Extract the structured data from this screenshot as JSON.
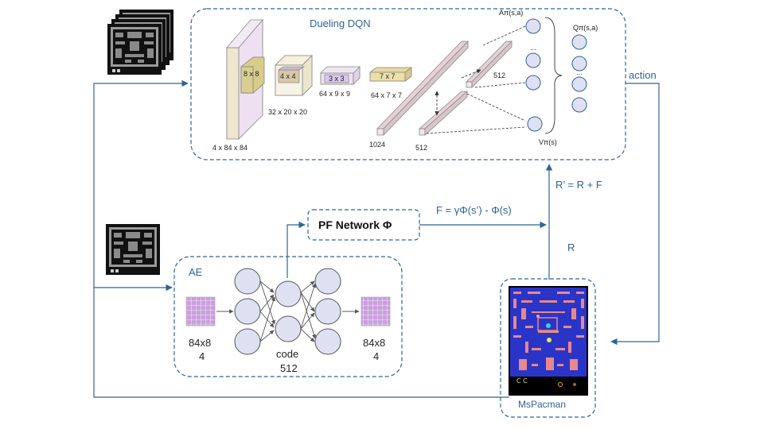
{
  "dqn": {
    "title": "Dueling DQN",
    "conv_filters": [
      "8 x 8",
      "4 x 4",
      "3 x 3",
      "7 x 7"
    ],
    "layer_sizes": [
      "4 x 84 x 84",
      "32 x 20 x 20",
      "64 x 9 x 9",
      "64 x 7 x 7"
    ],
    "fc_1024": "1024",
    "fc_512_advantage": "512",
    "fc_512_value": "512",
    "advantage_label": "Aπ(s,a)",
    "value_label": "Vπ(s)",
    "q_label": "Qπ(s,a)",
    "ellipsis": "..."
  },
  "edges": {
    "action": "action",
    "reward_shaped": "R’ = R + F",
    "reward": "R",
    "shaping_formula": "F = γΦ(s’) - Φ(s)"
  },
  "pf_network": {
    "label": "PF Network Φ"
  },
  "ae": {
    "title": "AE",
    "input_size_line1": "84x8",
    "input_size_line2": "4",
    "code_line1": "code",
    "code_line2": "512",
    "output_size_line1": "84x8",
    "output_size_line2": "4"
  },
  "env": {
    "label": "MsPacman"
  },
  "colors": {
    "box_border": "#2f6496",
    "arrow": "#2f6496",
    "text_blue": "#2f6496",
    "conv_block_input": "#d9c8e6",
    "conv_filter": "#e8e0a8",
    "neuron_fill": "#dfe0f2",
    "pixel_grid": "#c9a0dc",
    "maze_blue": "#2a35c8",
    "maze_pink": "#e8888a"
  }
}
